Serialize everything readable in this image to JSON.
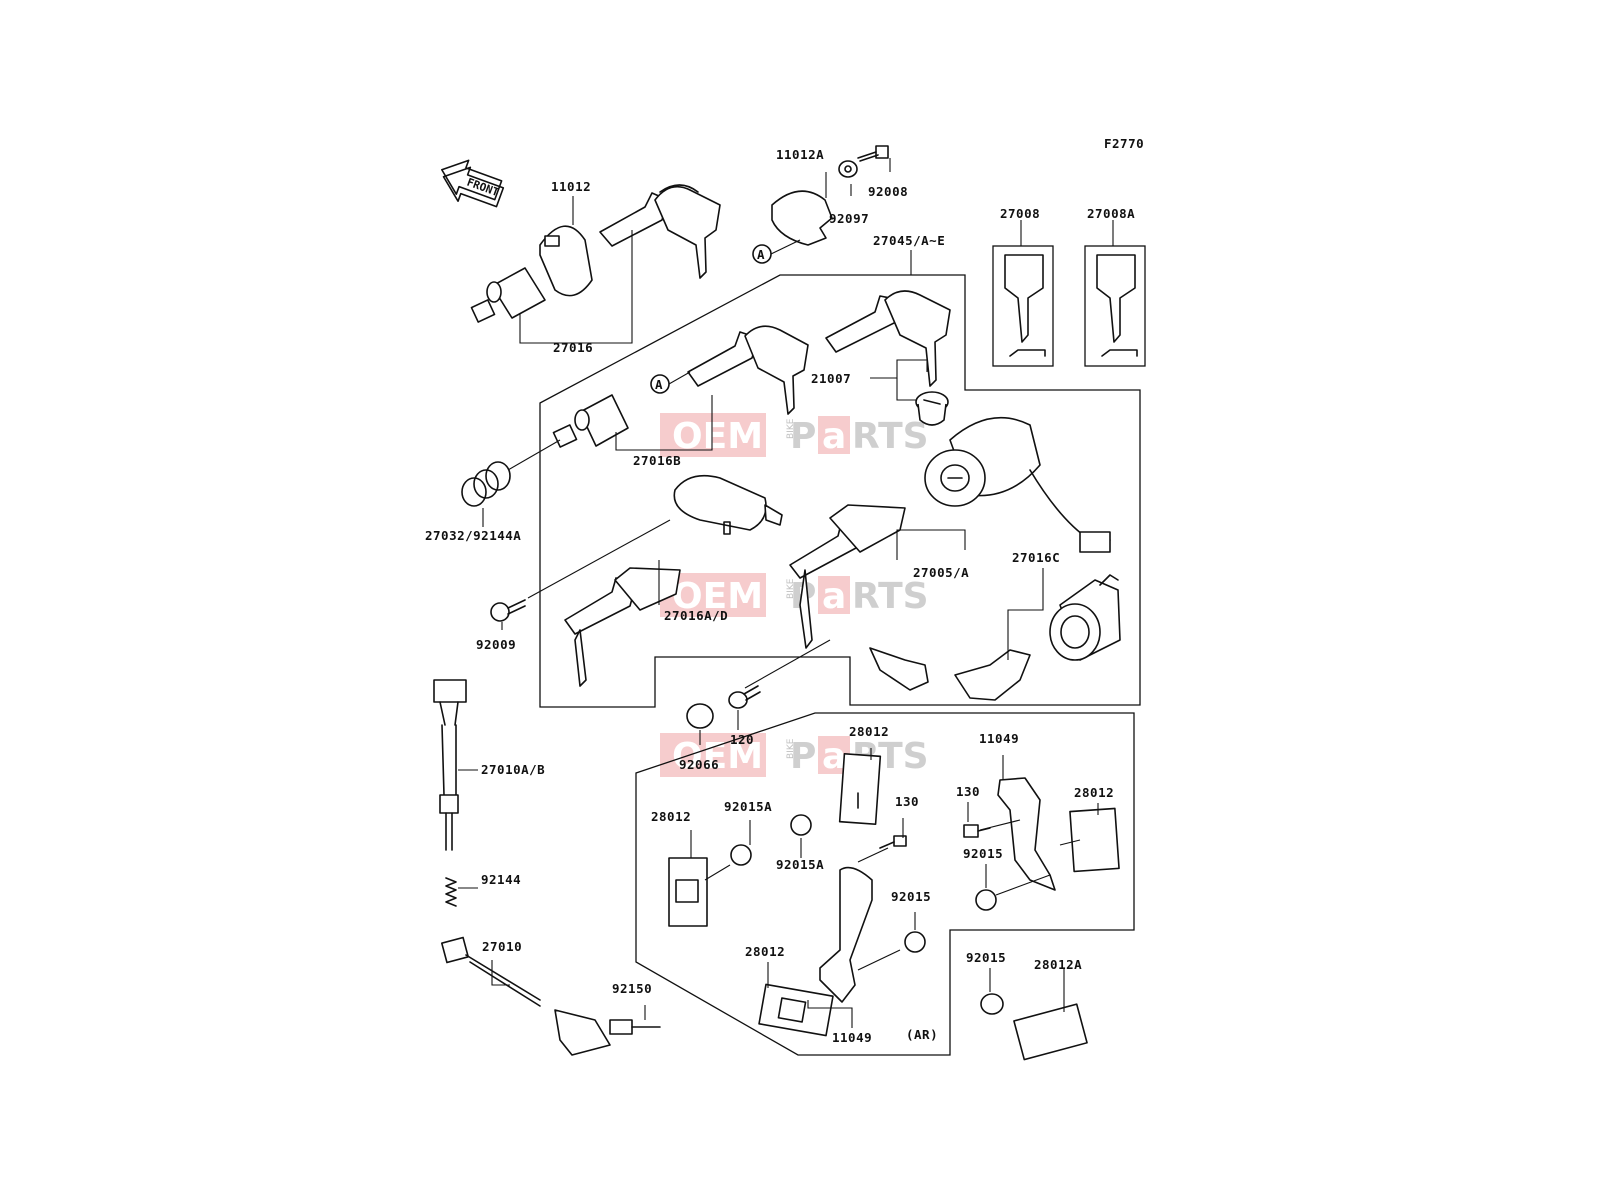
{
  "figure_code": "F2770",
  "front_label": "FRONT",
  "watermark": {
    "oem": "OEM",
    "bike": "BIKE",
    "parts_a": "P",
    "parts_b": "a",
    "parts_c": "RTS"
  },
  "callout_a": "A",
  "parts": {
    "p11012": "11012",
    "p11012a": "11012A",
    "p92008": "92008",
    "p92097": "92097",
    "p27008": "27008",
    "p27008a": "27008A",
    "p27045": "27045/A~E",
    "p27016": "27016",
    "p21007": "21007",
    "p27016b": "27016B",
    "p27032": "27032/92144A",
    "p27005": "27005/A",
    "p27016c": "27016C",
    "p27016ad": "27016A/D",
    "p92009": "92009",
    "p120": "120",
    "p92066": "92066",
    "p27010ab": "27010A/B",
    "p92144": "92144",
    "p27010": "27010",
    "p92150": "92150",
    "p28012_top": "28012",
    "p92015a_1": "92015A",
    "p92015a_2": "92015A",
    "p130_mid": "130",
    "p28012_left": "28012",
    "p92015_mid": "92015",
    "p28012_bottom": "28012",
    "p11049_bottom": "11049",
    "p11049_right": "11049",
    "p130_right": "130",
    "p28012_right": "28012",
    "p92015_right": "92015",
    "p92015_low": "92015",
    "p28012a": "28012A",
    "ar_note": "(AR)"
  }
}
